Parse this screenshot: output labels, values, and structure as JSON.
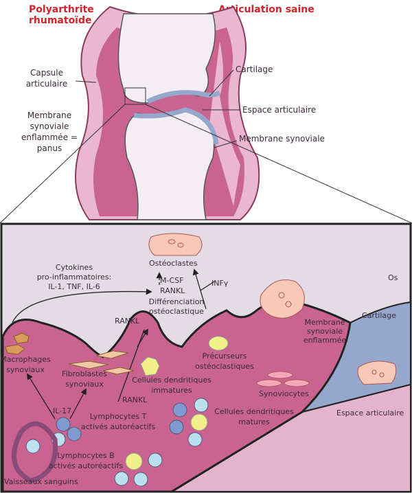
{
  "titles": {
    "left": [
      "Polyarthrite",
      "rhumatoïde"
    ],
    "right": "Articulation saine"
  },
  "joint_labels": {
    "capsule": [
      "Capsule",
      "articulaire"
    ],
    "membrane_enflammee": [
      "Membrane",
      "synoviale",
      "enflammée =",
      "panus"
    ],
    "cartilage": "Cartilage",
    "espace": "Espace articulaire",
    "membrane": "Membrane synoviale"
  },
  "detail": {
    "osteoclastes": "Ostéoclastes",
    "cytokines": [
      "Cytokines",
      "pro-inflammatoires:",
      "IL-1, TNF, IL-6"
    ],
    "mcsf": "M-CSF",
    "rankl_center": "RANKL",
    "differenciation": [
      "Différenciation",
      "ostéoclastique"
    ],
    "infy": "INFγ",
    "os": "Os",
    "cartilage": "Cartilage",
    "membrane_enflammee": [
      "Membrane",
      "synoviale",
      "enflammée"
    ],
    "espace": "Espace articulaire",
    "rankl_top": "RANKL",
    "rankl_low": "RANKL",
    "macrophages": [
      "Macrophages",
      "synoviaux"
    ],
    "fibroblastes": [
      "Fibroblastes",
      "synoviaux"
    ],
    "cd_immatures": [
      "Cellules dendritiques",
      "immatures"
    ],
    "precurseurs": [
      "Précurseurs",
      "ostéoclastiques"
    ],
    "synoviocytes": "Synoviocytes",
    "il17": "IL-17",
    "lympho_t": [
      "Lymphocytes T",
      "activés autoréactifs"
    ],
    "cd_matures": [
      "Cellules dendritiques",
      "matures"
    ],
    "lympho_b": [
      "Lymphocytes B",
      "activés autoréactifs"
    ],
    "vaisseaux": "Vaisseaux sanguins"
  },
  "colors": {
    "title": "#d2232a",
    "bone": "#e4dce4",
    "synovium": "#c9638f",
    "cartilage": "#95a8cc",
    "space": "#e4b4cd"
  }
}
